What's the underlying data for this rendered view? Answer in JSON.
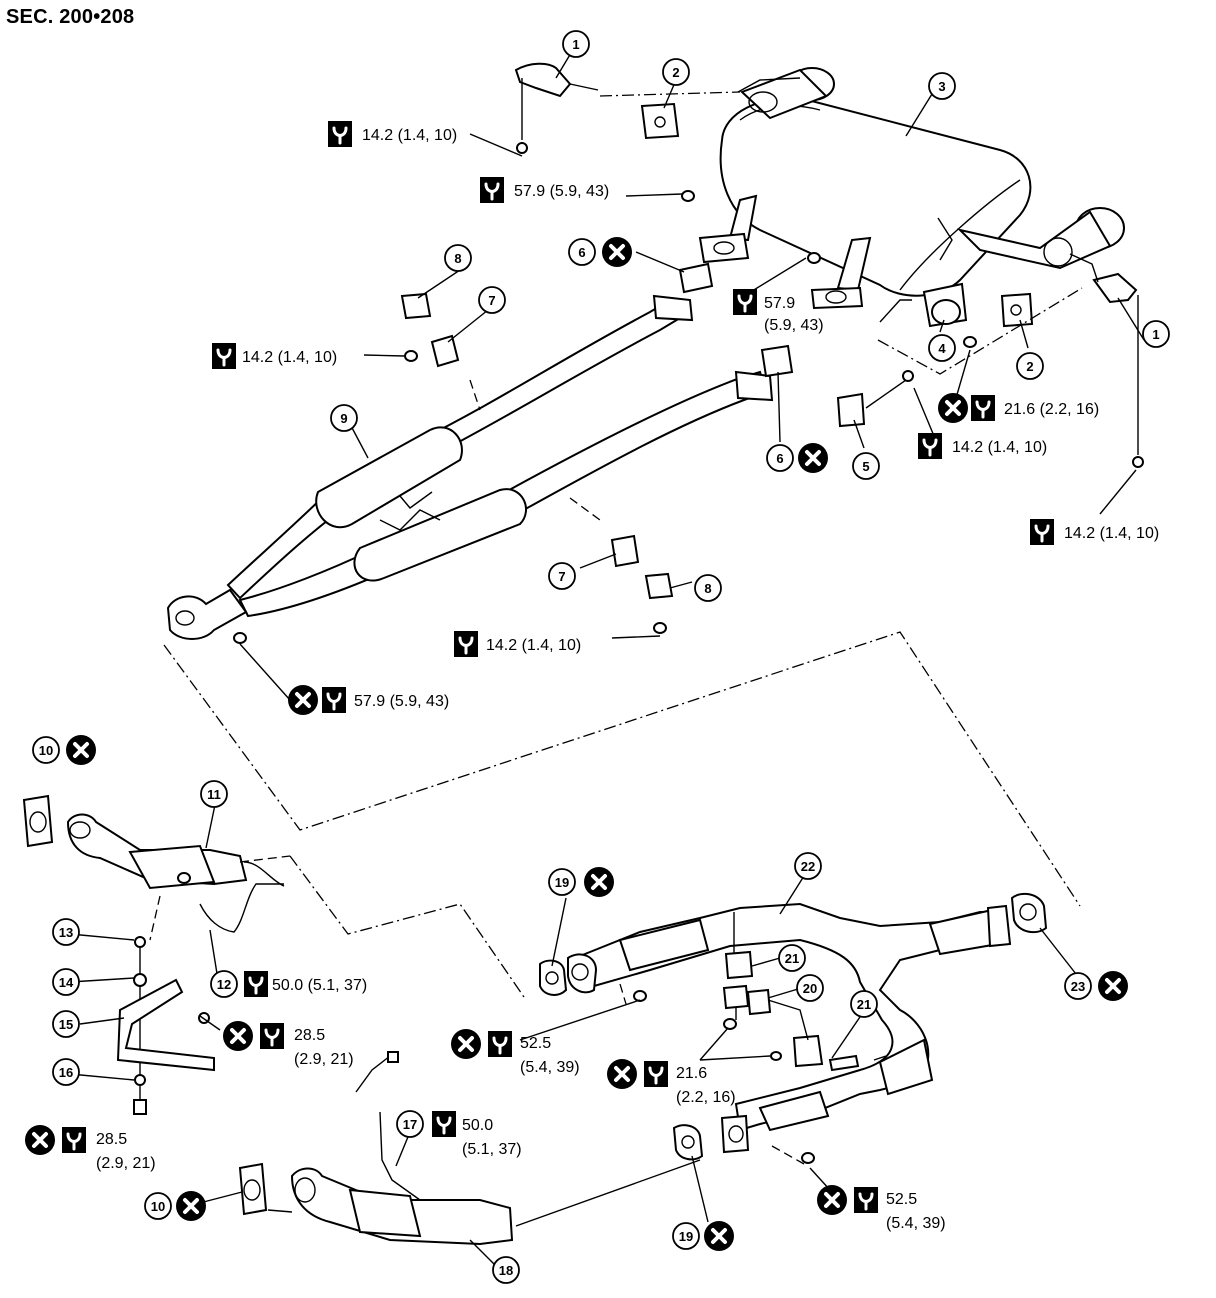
{
  "title": "SEC. 200•208",
  "parts": [
    {
      "id": "part-1a",
      "num": "1"
    },
    {
      "id": "part-2a",
      "num": "2"
    },
    {
      "id": "part-3",
      "num": "3"
    },
    {
      "id": "part-1b",
      "num": "1"
    },
    {
      "id": "part-2b",
      "num": "2"
    },
    {
      "id": "part-4",
      "num": "4"
    },
    {
      "id": "part-5",
      "num": "5"
    },
    {
      "id": "part-6a",
      "num": "6"
    },
    {
      "id": "part-6b",
      "num": "6"
    },
    {
      "id": "part-7a",
      "num": "7"
    },
    {
      "id": "part-8a",
      "num": "8"
    },
    {
      "id": "part-7b",
      "num": "7"
    },
    {
      "id": "part-8b",
      "num": "8"
    },
    {
      "id": "part-9",
      "num": "9"
    },
    {
      "id": "part-10a",
      "num": "10"
    },
    {
      "id": "part-11",
      "num": "11"
    },
    {
      "id": "part-12",
      "num": "12"
    },
    {
      "id": "part-13",
      "num": "13"
    },
    {
      "id": "part-14",
      "num": "14"
    },
    {
      "id": "part-15",
      "num": "15"
    },
    {
      "id": "part-16",
      "num": "16"
    },
    {
      "id": "part-17",
      "num": "17"
    },
    {
      "id": "part-18",
      "num": "18"
    },
    {
      "id": "part-10b",
      "num": "10"
    },
    {
      "id": "part-19a",
      "num": "19"
    },
    {
      "id": "part-19b",
      "num": "19"
    },
    {
      "id": "part-20",
      "num": "20"
    },
    {
      "id": "part-21a",
      "num": "21"
    },
    {
      "id": "part-21b",
      "num": "21"
    },
    {
      "id": "part-22",
      "num": "22"
    },
    {
      "id": "part-23",
      "num": "23"
    }
  ],
  "torques": [
    {
      "id": "torque-1",
      "lines": [
        "14.2 (1.4, 10)"
      ]
    },
    {
      "id": "torque-2",
      "lines": [
        "57.9 (5.9, 43)"
      ]
    },
    {
      "id": "torque-3",
      "lines": [
        "57.9",
        "(5.9, 43)"
      ]
    },
    {
      "id": "torque-4",
      "lines": [
        "14.2 (1.4, 10)"
      ]
    },
    {
      "id": "torque-5",
      "lines": [
        "21.6 (2.2, 16)"
      ]
    },
    {
      "id": "torque-6",
      "lines": [
        "14.2 (1.4, 10)"
      ]
    },
    {
      "id": "torque-7",
      "lines": [
        "14.2 (1.4, 10)"
      ]
    },
    {
      "id": "torque-8",
      "lines": [
        "14.2 (1.4, 10)"
      ]
    },
    {
      "id": "torque-9",
      "lines": [
        "57.9 (5.9, 43)"
      ]
    },
    {
      "id": "torque-10",
      "lines": [
        "50.0 (5.1, 37)"
      ]
    },
    {
      "id": "torque-11",
      "lines": [
        "28.5",
        "(2.9, 21)"
      ]
    },
    {
      "id": "torque-12",
      "lines": [
        "28.5",
        "(2.9, 21)"
      ]
    },
    {
      "id": "torque-13",
      "lines": [
        "50.0",
        "(5.1, 37)"
      ]
    },
    {
      "id": "torque-14",
      "lines": [
        "52.5",
        "(5.4, 39)"
      ]
    },
    {
      "id": "torque-15",
      "lines": [
        "21.6",
        "(2.2, 16)"
      ]
    },
    {
      "id": "torque-16",
      "lines": [
        "52.5",
        "(5.4, 39)"
      ]
    }
  ],
  "symbols": {
    "torque_icon": "torque-wrench-icon",
    "replace_icon": "do-not-reuse-icon"
  }
}
